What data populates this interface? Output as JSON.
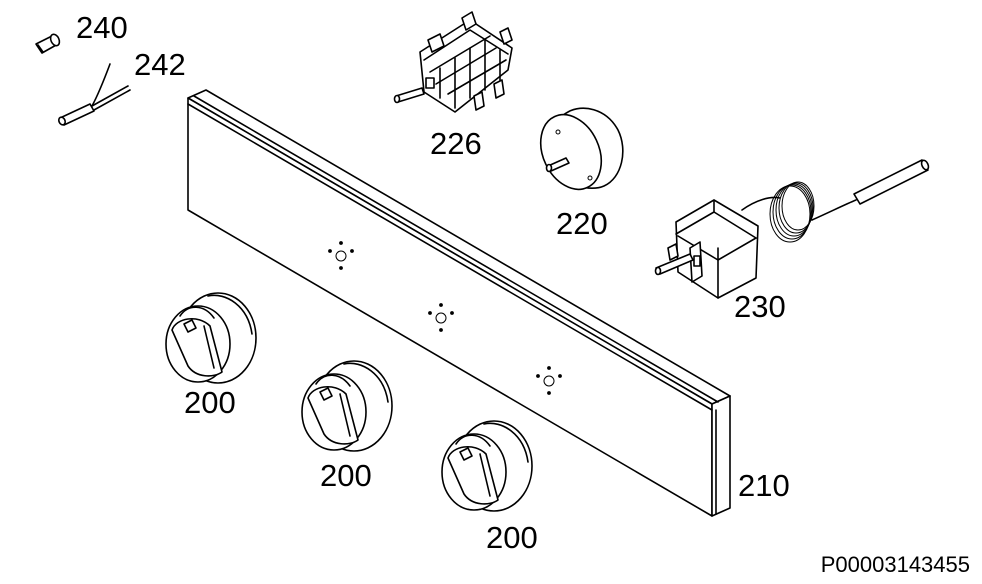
{
  "diagram": {
    "type": "exploded-parts-diagram",
    "parts": [
      {
        "id": "knob-1",
        "label": "200"
      },
      {
        "id": "knob-2",
        "label": "200"
      },
      {
        "id": "knob-3",
        "label": "200"
      },
      {
        "id": "control-panel",
        "label": "210"
      },
      {
        "id": "thermostat-knob",
        "label": "220"
      },
      {
        "id": "switch",
        "label": "226"
      },
      {
        "id": "thermostat",
        "label": "230"
      },
      {
        "id": "lamp",
        "label": "240"
      },
      {
        "id": "wire",
        "label": "242"
      }
    ],
    "reference": "P00003143455"
  }
}
